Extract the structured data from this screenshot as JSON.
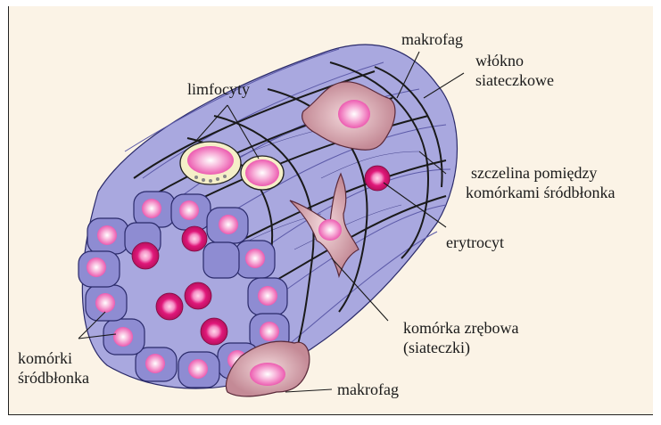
{
  "labels": {
    "makrofag_top": "makrofag",
    "wlokno_line1": "włókno",
    "wlokno_line2": "siateczkowe",
    "limfocyty": "limfocyty",
    "szczelina_line1": "szczelina pomiędzy",
    "szczelina_line2": "komórkami śródbłonka",
    "erytrocyt": "erytrocyt",
    "komorka_zrebowa_line1": "komórka zrębowa",
    "komorka_zrebowa_line2": "(siateczki)",
    "komorki_line1": "komórki",
    "komorki_line2": "śródbłonka",
    "makrofag_bottom": "makrofag"
  },
  "colors": {
    "background": "#fbf3e6",
    "endothelium": "#a9a8df",
    "endothelium_dark": "#8c8ad0",
    "nucleus": "#f06ab8",
    "erythrocyte": "#e8136f",
    "macrophage": "#c9909a",
    "lymphocyte_outline": "#f5efc8",
    "fiber": "#1a1a1a"
  }
}
